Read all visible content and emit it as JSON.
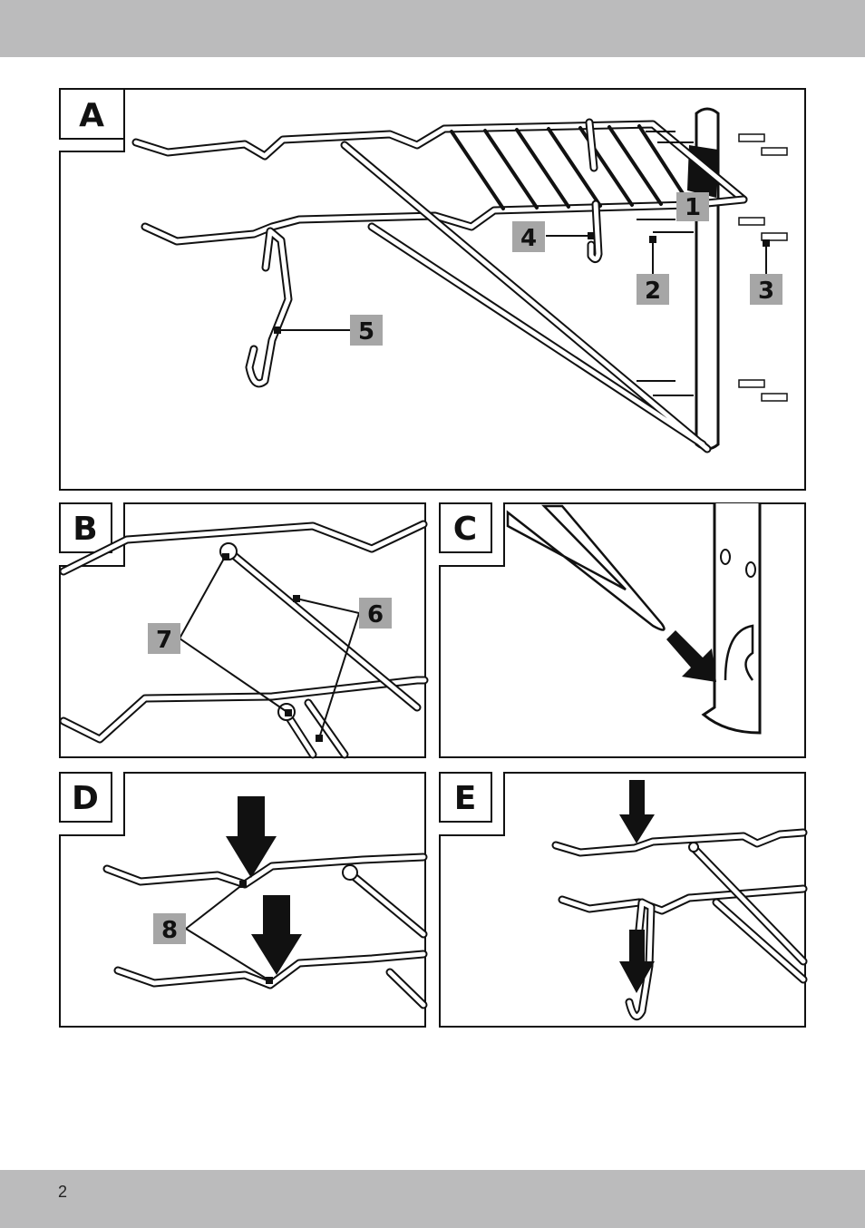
{
  "page": {
    "number": "2"
  },
  "panels": [
    {
      "id": "A",
      "label": "A",
      "callouts": [
        "1",
        "2",
        "3",
        "4",
        "5"
      ]
    },
    {
      "id": "B",
      "label": "B",
      "callouts": [
        "6",
        "7"
      ]
    },
    {
      "id": "C",
      "label": "C",
      "callouts": []
    },
    {
      "id": "D",
      "label": "D",
      "callouts": [
        "8"
      ]
    },
    {
      "id": "E",
      "label": "E",
      "callouts": []
    }
  ],
  "colors": {
    "header_bar": "#bbbbbc",
    "callout_box": "#a6a6a6",
    "ink": "#111111"
  }
}
